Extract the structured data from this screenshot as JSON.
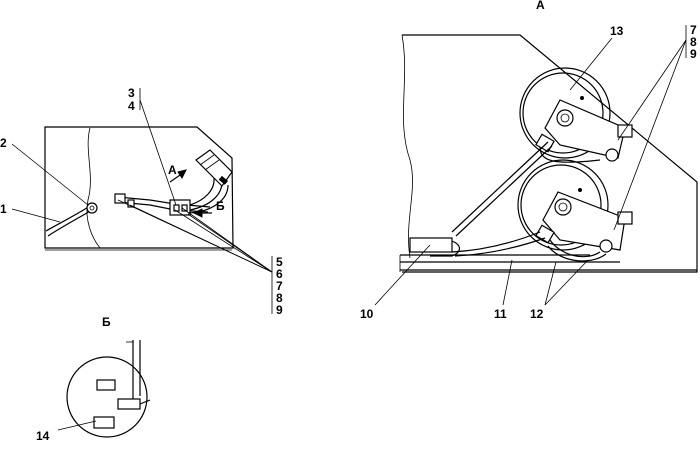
{
  "views": {
    "view_a_title": "А",
    "view_b_title": "Б"
  },
  "callouts": {
    "c1": "1",
    "c2": "2",
    "c3": "3",
    "c4": "4",
    "c5": "5",
    "c6": "6",
    "c7": "7",
    "c8": "8",
    "c9": "9",
    "c10": "10",
    "c11": "11",
    "c12": "12",
    "c13": "13",
    "c14": "14",
    "r7": "7",
    "r8": "8",
    "r9": "9"
  },
  "arrows": {
    "arrow_a": "А",
    "arrow_b": "Б"
  }
}
